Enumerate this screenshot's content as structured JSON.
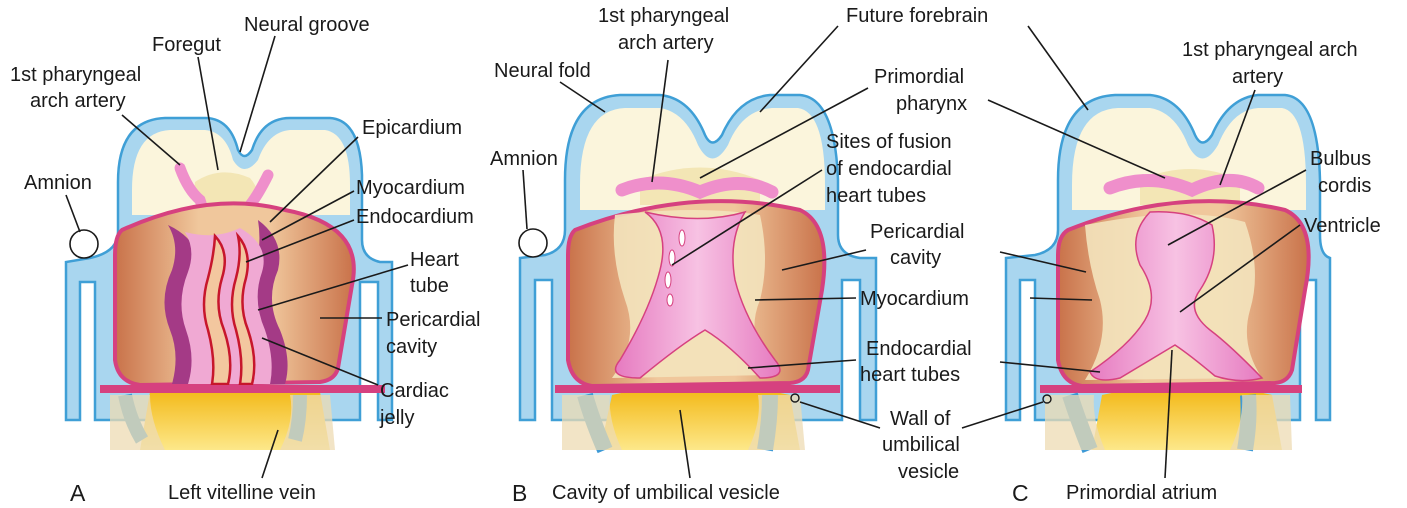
{
  "panels": [
    {
      "letter": "A",
      "labels": {
        "neural_groove": "Neural groove",
        "foregut": "Foregut",
        "pharyngeal_artery": [
          "1st pharyngeal",
          "arch artery"
        ],
        "amnion": "Amnion",
        "epicardium": "Epicardium",
        "myocardium": "Myocardium",
        "endocardium": "Endocardium",
        "heart_tube": [
          "Heart",
          "tube"
        ],
        "pericardial_cavity": [
          "Pericardial",
          "cavity"
        ],
        "cardiac_jelly": [
          "Cardiac",
          "jelly"
        ],
        "left_vitelline_vein": "Left vitelline vein"
      }
    },
    {
      "letter": "B",
      "labels": {
        "pharyngeal_artery": [
          "1st pharyngeal",
          "arch artery"
        ],
        "neural_fold": "Neural fold",
        "amnion": "Amnion",
        "primordial_pharynx": [
          "Primordial",
          "pharynx"
        ],
        "sites_of_fusion": [
          "Sites of fusion",
          "of endocardial",
          "heart tubes"
        ],
        "pericardial_cavity": [
          "Pericardial",
          "cavity"
        ],
        "myocardium": "Myocardium",
        "endocardial_heart_tubes": [
          "Endocardial",
          "heart tubes"
        ],
        "wall_of_umbilical_vesicle": [
          "Wall of",
          "umbilical",
          "vesicle"
        ],
        "cavity_of_umbilical_vesicle": "Cavity of umbilical vesicle"
      }
    },
    {
      "letter": "C",
      "labels": {
        "future_forebrain": "Future forebrain",
        "pharyngeal_arch_artery": [
          "1st pharyngeal arch",
          "artery"
        ],
        "bulbus_cordis": [
          "Bulbus",
          "cordis"
        ],
        "ventricle": "Ventricle",
        "primordial_atrium": "Primordial atrium"
      }
    }
  ],
  "colors": {
    "ectoderm": "#a9d6ef",
    "ectoderm_outline": "#3f9fd6",
    "neural_tissue": "#fbf5dc",
    "pink_membrane": "#d6417f",
    "heart_pink": "#ef8fcb",
    "heart_pink_light": "#f7bde0",
    "myocardium_dark": "#a43a86",
    "cavity_orange": "#d99063",
    "cavity_light": "#f3d2a8",
    "yolk": "#f5c21b",
    "yolk_light": "#fde27a",
    "vein_blue": "#3e9ad6",
    "tan": "#eddbb3",
    "endocardium_red": "#c7162c"
  }
}
